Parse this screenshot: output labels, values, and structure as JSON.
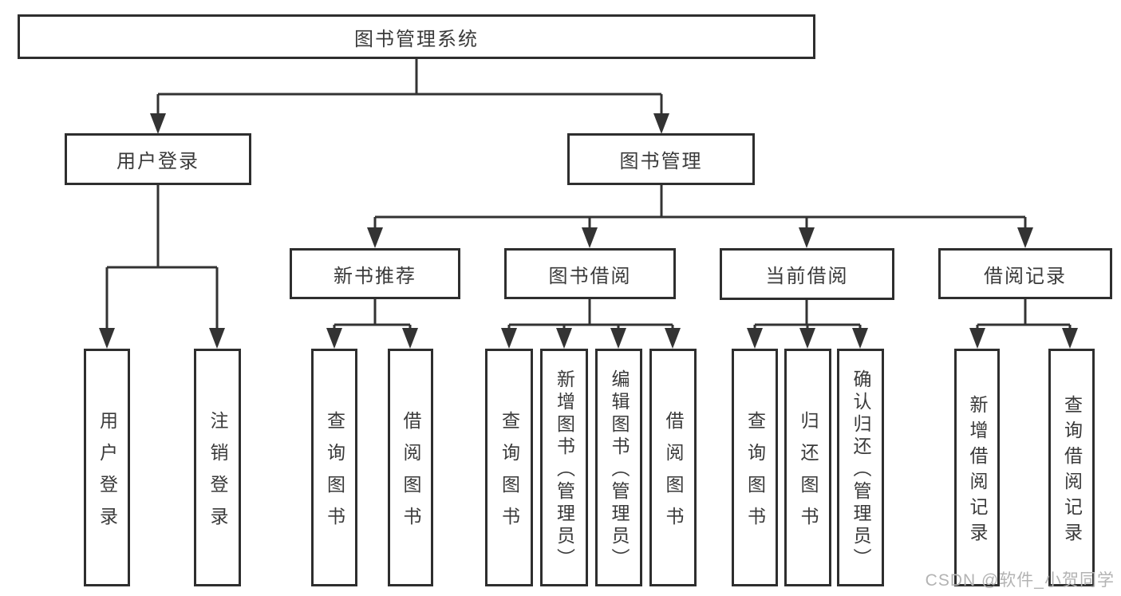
{
  "diagram": {
    "root": {
      "label": "图书管理系统"
    },
    "branches": [
      {
        "label": "用户登录",
        "leaves": [
          "用户登录",
          "注销登录"
        ]
      },
      {
        "label": "图书管理",
        "sections": [
          {
            "label": "新书推荐",
            "leaves": [
              "查询图书",
              "借阅图书"
            ]
          },
          {
            "label": "图书借阅",
            "leaves": [
              "查询图书",
              "新增图书（管理员）",
              "编辑图书（管理员）",
              "借阅图书"
            ]
          },
          {
            "label": "当前借阅",
            "leaves": [
              "查询图书",
              "归还图书",
              "确认归还（管理员）"
            ]
          },
          {
            "label": "借阅记录",
            "leaves": [
              "新增借阅记录",
              "查询借阅记录"
            ]
          }
        ]
      }
    ]
  },
  "watermark": "CSDN @软件_小贺同学",
  "colors": {
    "line": "#333333",
    "node_border": "#2e2e2e",
    "text": "#3a3a3a",
    "watermark": "#b3b3b3",
    "background": "#ffffff"
  }
}
